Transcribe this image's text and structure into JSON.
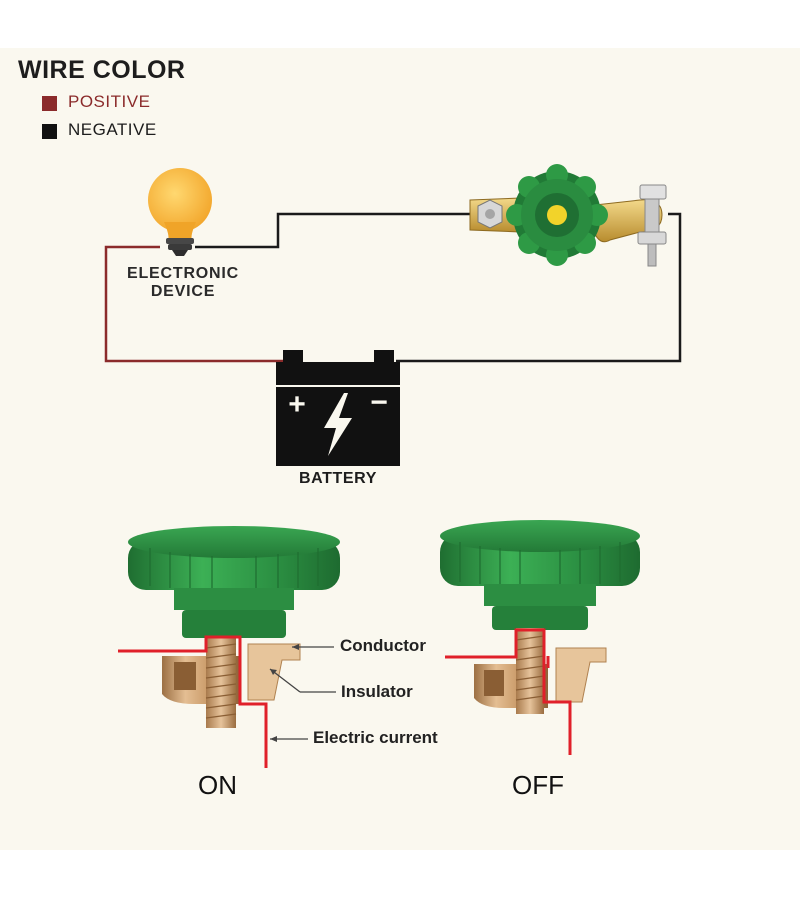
{
  "legend": {
    "title": "WIRE COLOR",
    "positive": {
      "label": "POSITIVE",
      "color": "#8b2b2b"
    },
    "negative": {
      "label": "NEGATIVE",
      "color": "#111111"
    }
  },
  "circuit": {
    "device_label_line1": "ELECTRONIC",
    "device_label_line2": "DEVICE",
    "battery_label": "BATTERY",
    "battery_plus": "+",
    "battery_minus": "−"
  },
  "cutaway": {
    "conductor_label": "Conductor",
    "insulator_label": "Insulator",
    "current_label": "Electric current",
    "on_label": "ON",
    "off_label": "OFF"
  },
  "colors": {
    "knob_green": "#2e9a45",
    "current_red": "#e0202a",
    "brass": "#d2a77a",
    "bulb_yellow": "#f7b733"
  }
}
